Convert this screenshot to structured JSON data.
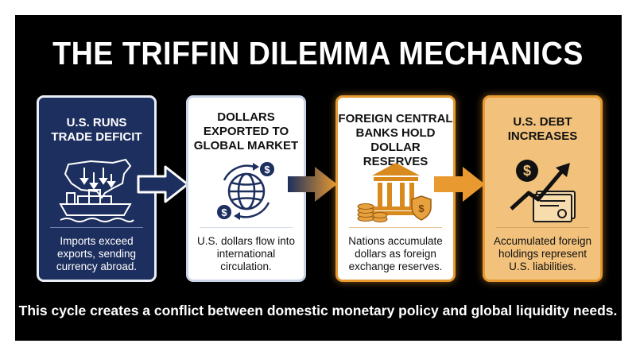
{
  "title": "THE TRIFFIN DILEMMA MECHANICS",
  "steps": [
    {
      "title_lines": [
        "U.S. RUNS",
        "TRADE DEFICIT"
      ],
      "icon": "us-map-cargo-ship-icon",
      "description_lines": [
        "Imports exceed",
        "exports, sending",
        "currency abroad."
      ]
    },
    {
      "title_lines": [
        "DOLLARS",
        "EXPORTED TO",
        "GLOBAL MARKET"
      ],
      "icon": "globe-dollar-cycle-icon",
      "description_lines": [
        "U.S. dollars flow into",
        "international",
        "circulation."
      ]
    },
    {
      "title_lines": [
        "FOREIGN CENTRAL",
        "BANKS HOLD",
        "DOLLAR RESERVES"
      ],
      "icon": "bank-coins-shield-icon",
      "description_lines": [
        "Nations accumulate",
        "dollars as foreign",
        "exchange reserves."
      ]
    },
    {
      "title_lines": [
        "U.S. DEBT",
        "INCREASES"
      ],
      "icon": "dollar-rising-arrow-certificate-icon",
      "description_lines": [
        "Accumulated foreign",
        "holdings represent",
        "U.S. liabilities."
      ]
    }
  ],
  "footer": "This cycle creates a conflict between domestic monetary policy and global liquidity needs.",
  "colors": {
    "background": "#000000",
    "navy": "#1d2f5e",
    "gold": "#e89a30",
    "light_gold": "#f2c27c"
  }
}
